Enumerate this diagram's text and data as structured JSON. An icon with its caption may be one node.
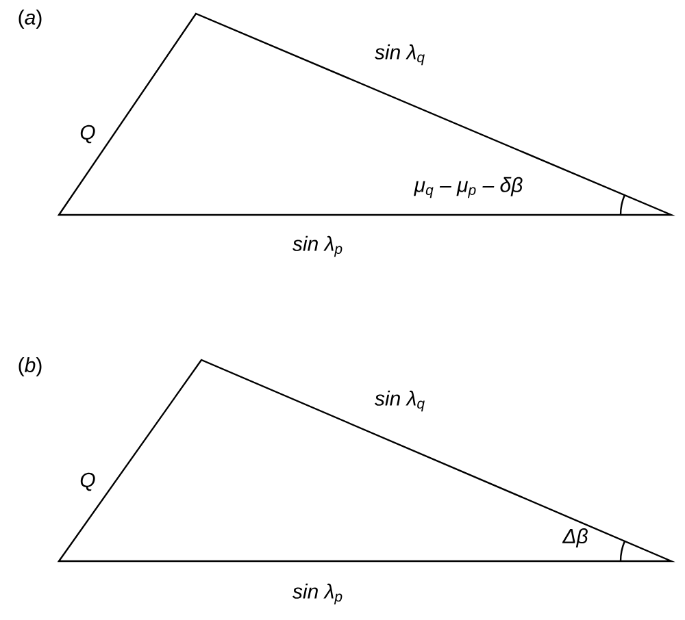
{
  "diagram": {
    "labels": [
      "(*a*)",
      "Q",
      "sin λ$_{q}$",
      "μ$_{q}$ – μ$_{p}$ – δβ",
      "sin λ$_{p}$",
      "(*b*)",
      "Q",
      "sin λ$_{q}$",
      "Δβ",
      "sin λ$_{p}$"
    ]
  }
}
